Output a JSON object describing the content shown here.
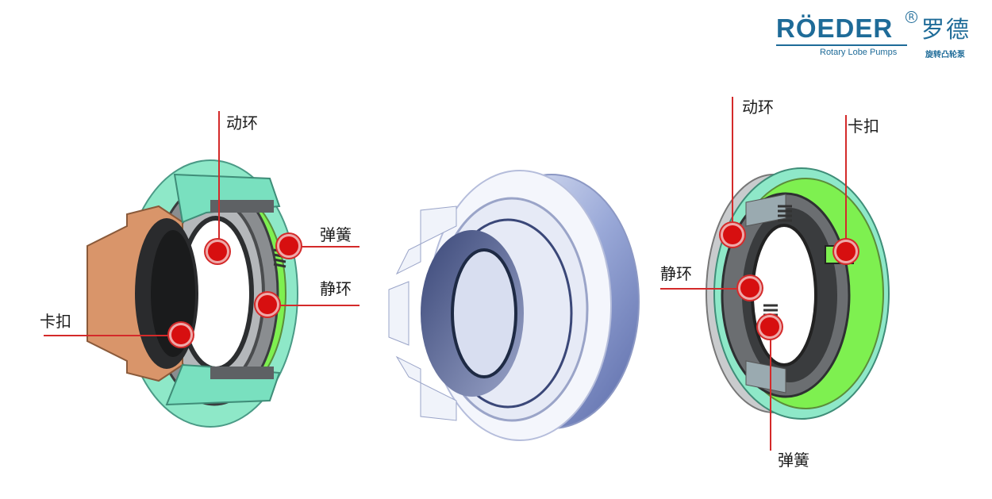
{
  "logo": {
    "wordmark": "RÖEDER",
    "registered": "R",
    "cn_name": "罗德",
    "tagline": "Rotary Lobe Pumps",
    "cn_tagline": "旋转凸轮泵",
    "brand_color": "#1e6b98"
  },
  "diagrams": [
    {
      "name": "left-cutaway-seal",
      "labels": {
        "rotating_ring": "动环",
        "spring": "弹簧",
        "stationary_ring": "静环",
        "clip": "卡扣"
      }
    },
    {
      "name": "center-transparent-seal",
      "labels": {}
    },
    {
      "name": "right-cutaway-seal",
      "labels": {
        "rotating_ring": "动环",
        "clip": "卡扣",
        "stationary_ring": "静环",
        "spring": "弹簧"
      }
    }
  ],
  "colors": {
    "callout_red": "#d70f10",
    "callout_line": "#d42a2a",
    "copper": "#d9956a",
    "teal": "#7fe3c2",
    "green": "#7ef050",
    "steel": "#6c6f73"
  }
}
